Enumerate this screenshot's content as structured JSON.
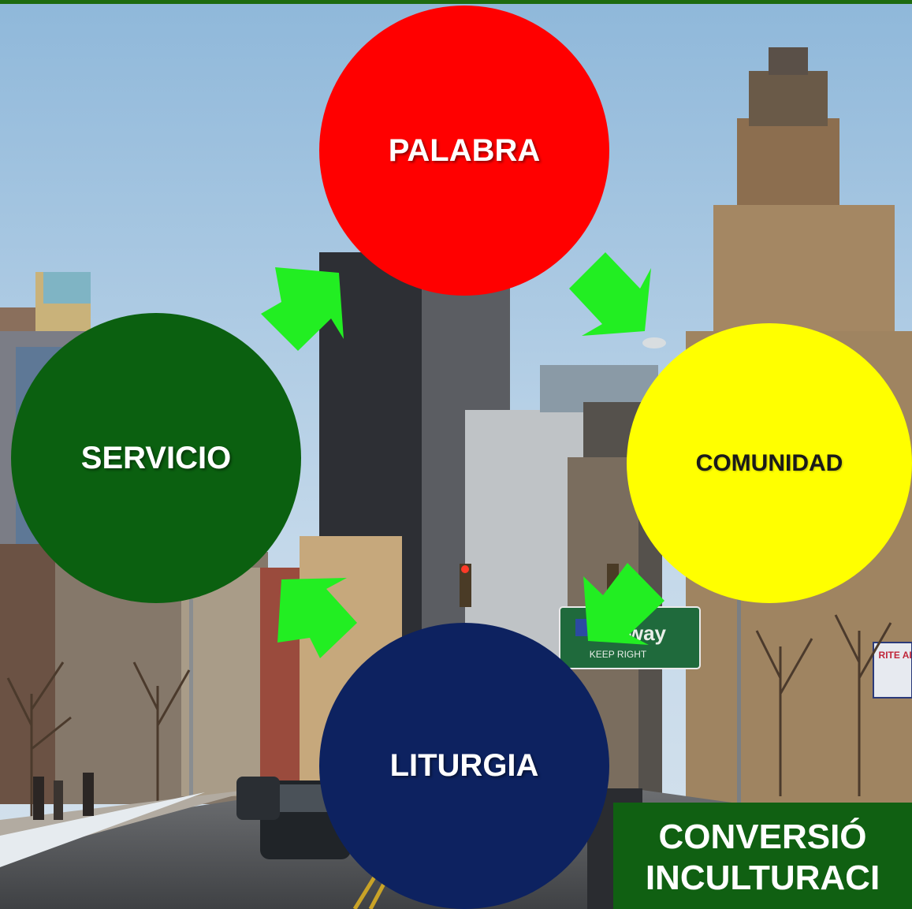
{
  "colors": {
    "top_bar": "#1e6b10",
    "arrow": "#22ee22",
    "palabra": "#ff0000",
    "comunidad": "#ffff00",
    "liturgia": "#0d2260",
    "servicio": "#0b6010",
    "conversion_box": "#106012"
  },
  "cycle": {
    "palabra": "PALABRA",
    "comunidad": "COMUNIDAD",
    "liturgia": "LITURGIA",
    "servicio": "SERVICIO"
  },
  "background": {
    "sign_text": "way",
    "sign_subtext": "KEEP RIGHT",
    "store_sign": "RITE AID"
  },
  "conversion_box": {
    "line1": "CONVERSIÓ",
    "line2": "INCULTURACI"
  }
}
